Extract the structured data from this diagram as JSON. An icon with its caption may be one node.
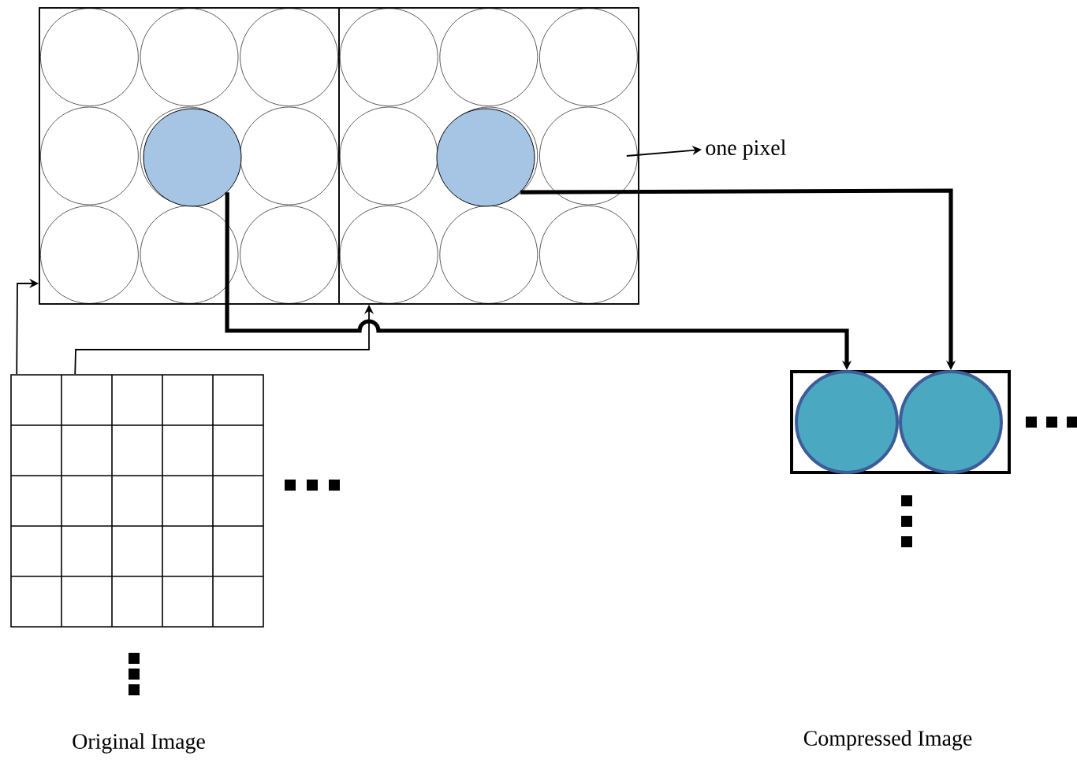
{
  "diagram": {
    "nodes": [
      {
        "text": [],
        "shape": "box"
      },
      {
        "text": [],
        "shape": "box"
      },
      {
        "text": [],
        "shape": "box",
        "in": 1
      },
      {
        "text": [],
        "shape": "box",
        "in": 1
      },
      {
        "text": [],
        "shape": "circle",
        "in": 2
      },
      {
        "text": [],
        "shape": "circle",
        "in": 3
      },
      {
        "text": [],
        "shape": "box"
      },
      {
        "text": [],
        "shape": "circle",
        "in": 6
      },
      {
        "text": [],
        "shape": "circle",
        "in": 6
      },
      {
        "text": [
          "one pixel"
        ]
      }
    ],
    "labels": [
      "Original Image",
      "Compressed Image"
    ],
    "edges": [
      {
        "from": 0,
        "to": 2,
        "arrow": "to"
      },
      {
        "from": 0,
        "to": 3,
        "arrow": "to"
      },
      {
        "from": 4,
        "to": 7,
        "arrow": "to",
        "style": "thick"
      },
      {
        "from": 5,
        "to": 8,
        "arrow": "to",
        "style": "thick"
      },
      {
        "from": 3,
        "to": 9,
        "arrow": "to"
      }
    ]
  }
}
